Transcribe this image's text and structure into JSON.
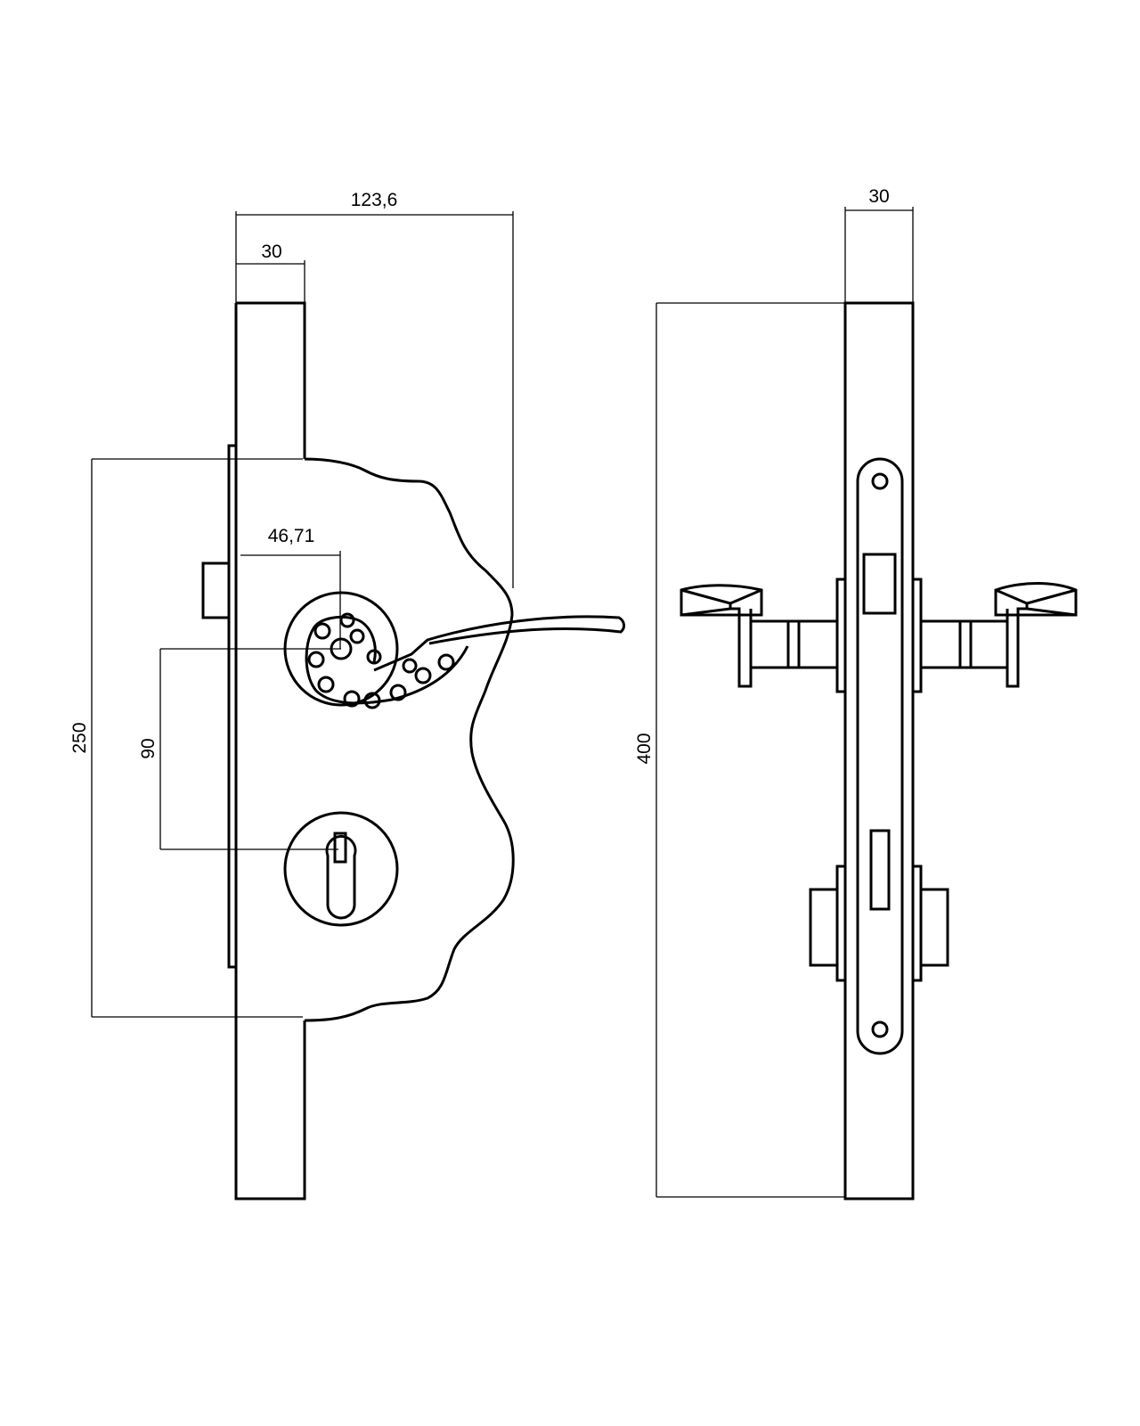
{
  "title": "Lock technical drawing",
  "dimensions": {
    "overall_width": "123,6",
    "bar_width_left": "30",
    "handle_offset": "46,71",
    "body_height": "250",
    "center_distance": "90",
    "bar_width_right": "30",
    "overall_height": "400"
  },
  "colors": {
    "line": "#000000",
    "background": "#ffffff"
  }
}
